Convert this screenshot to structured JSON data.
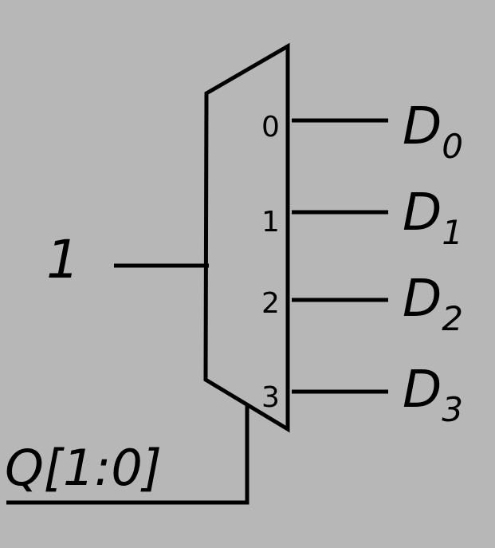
{
  "diagram": {
    "input_value": "1",
    "select_label": "Q[1:0]",
    "ports": [
      "0",
      "1",
      "2",
      "3"
    ],
    "outputs": [
      {
        "base": "D",
        "sub": "0"
      },
      {
        "base": "D",
        "sub": "1"
      },
      {
        "base": "D",
        "sub": "2"
      },
      {
        "base": "D",
        "sub": "3"
      }
    ],
    "colors": {
      "background": "#b7b7b7",
      "lines": "#000000"
    }
  }
}
